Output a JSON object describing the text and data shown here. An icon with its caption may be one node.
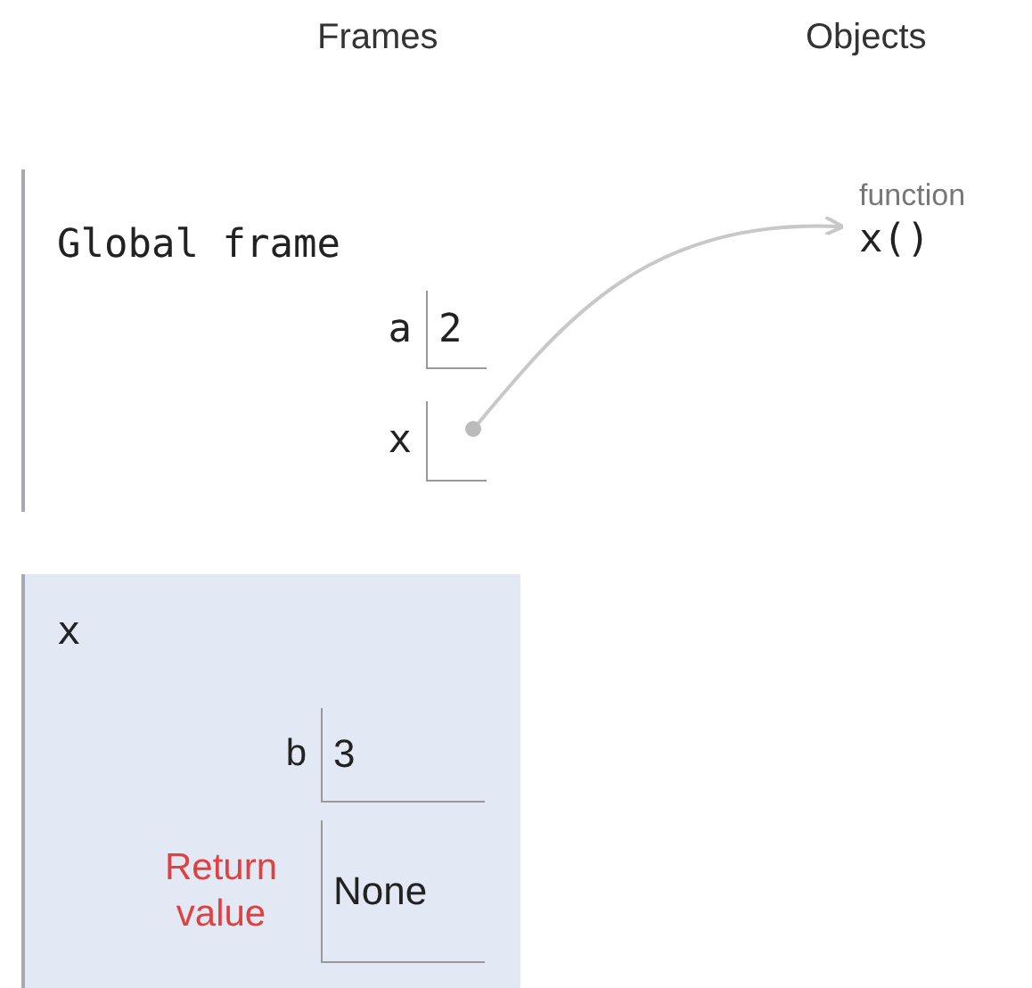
{
  "diagram": {
    "nodes": [
      {
        "text": [
          "Global frame"
        ]
      },
      {
        "text": [
          "2"
        ],
        "beside": [
          "a"
        ],
        "in": 0
      },
      {
        "text": [],
        "shape": "box",
        "beside": [
          "x"
        ],
        "in": 0
      },
      {
        "text": [
          "function",
          "x()"
        ]
      },
      {
        "text": [
          "x"
        ]
      },
      {
        "text": [
          "3"
        ],
        "beside": [
          "b"
        ],
        "in": 4
      },
      {
        "text": [
          "None"
        ],
        "beside": [
          "Return value"
        ],
        "in": 4
      }
    ],
    "edges": [
      {
        "from": 2,
        "to": 3,
        "arrow": "to"
      }
    ],
    "labels": [
      "Frames",
      "Objects"
    ]
  }
}
